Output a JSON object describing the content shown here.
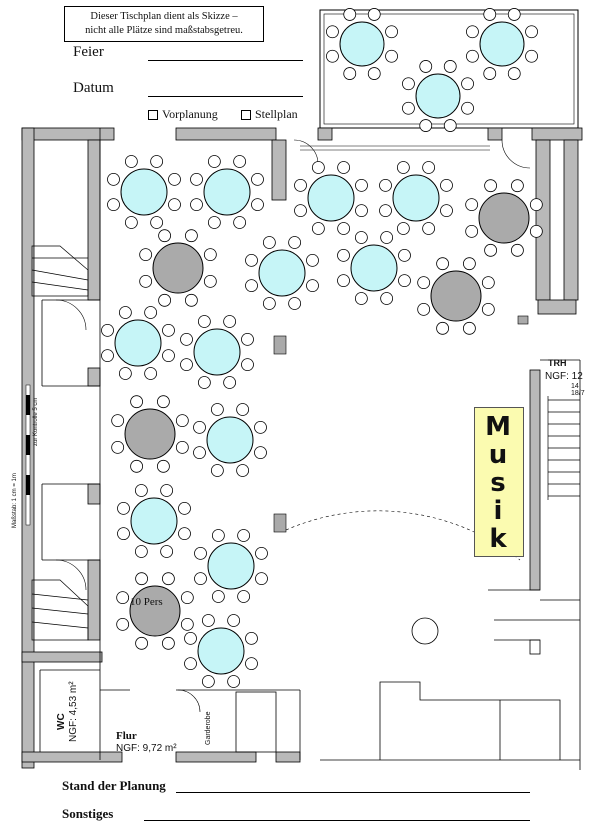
{
  "header": {
    "note_line1": "Dieser Tischplan dient als Skizze –",
    "note_line2": "nicht alle Plätze sind maßstabsgetreu.",
    "feier_label": "Feier",
    "datum_label": "Datum",
    "checkbox_vorplanung": "Vorplanung",
    "checkbox_stellplan": "Stellplan"
  },
  "plan": {
    "table_10_label": "10 Pers",
    "stage_label": "Musik",
    "trh_label": "TRH",
    "trh_ngf": "NGF: 12",
    "trh_steps_a": "14",
    "trh_steps_b": "18/7",
    "wc_label": "WC",
    "wc_ngf": "NGF: 4,53 m²",
    "flur_label": "Flur",
    "flur_ngf": "NGF: 9,72 m²",
    "garderobe_label": "Garderobe",
    "scale_text_1": "Maßstab: 1 cm = 1m",
    "scale_text_2": "zur Kontrolle 5 cm",
    "colors": {
      "table_blue": "#c6f5f7",
      "table_grey": "#aaaaaa",
      "stage_yellow": "#fbfbb0",
      "wall_grey": "#b9b9b9"
    }
  },
  "footer": {
    "stand_label": "Stand der Planung",
    "sonstiges_label": "Sonstiges"
  }
}
